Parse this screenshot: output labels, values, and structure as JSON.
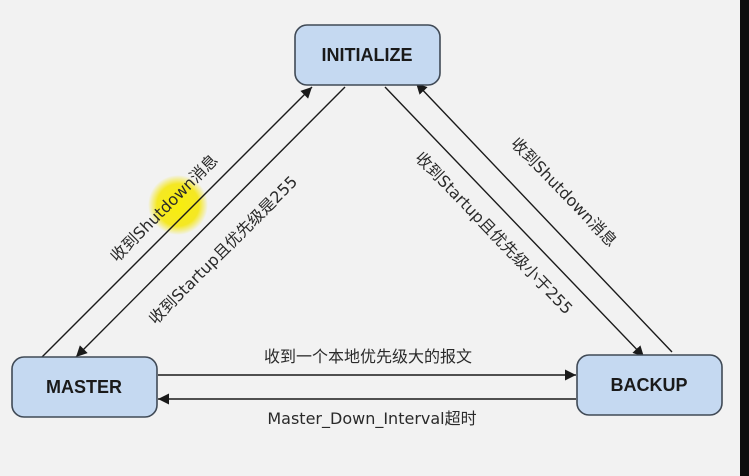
{
  "nodes": {
    "initialize": "INITIALIZE",
    "master": "MASTER",
    "backup": "BACKUP"
  },
  "edges": {
    "master_to_initialize": "收到Shutdown消息",
    "initialize_to_master": "收到Startup且优先级是255",
    "initialize_to_backup": "收到Startup且优先级小于255",
    "backup_to_initialize": "收到Shutdown消息",
    "backup_to_master": "收到一个本地优先级大的报文",
    "master_to_backup": "Master_Down_Interval超时"
  },
  "colors": {
    "background": "#f2f2f2",
    "node_fill": "#c5d9f1",
    "node_border": "#404a56",
    "cursor_highlight": "#f5e600"
  }
}
